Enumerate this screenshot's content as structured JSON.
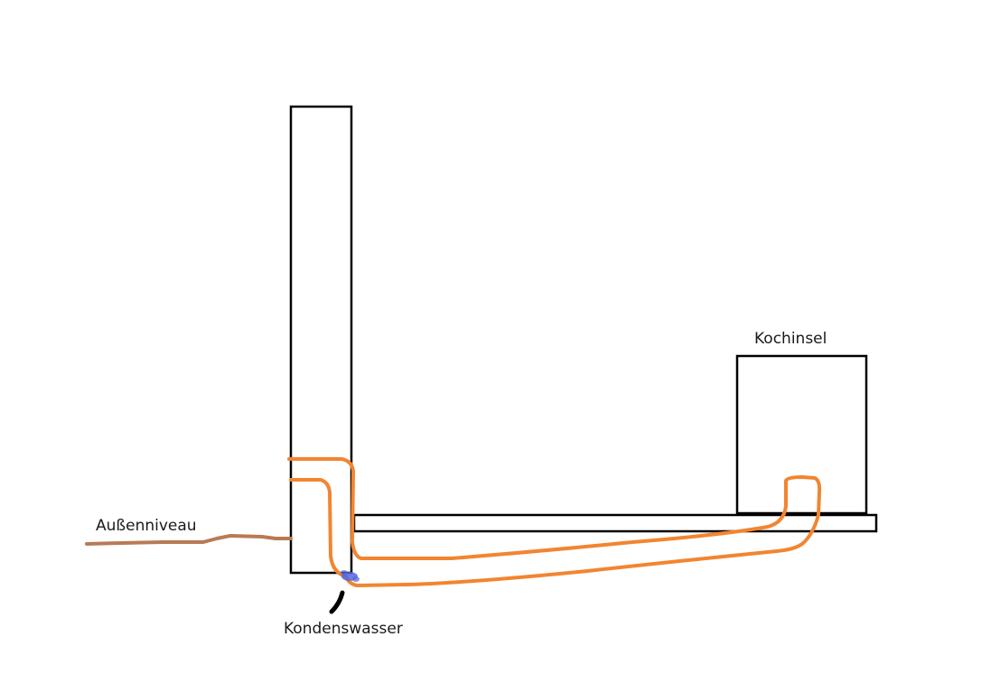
{
  "labels": {
    "kochinsel": "Kochinsel",
    "aussenniveau": "Außenniveau",
    "kondenswasser": "Kondenswasser"
  },
  "colors": {
    "outline": "#000000",
    "pipe": "#f28530",
    "ground": "#b87a55",
    "water": "#5566dd",
    "background": "#ffffff"
  }
}
